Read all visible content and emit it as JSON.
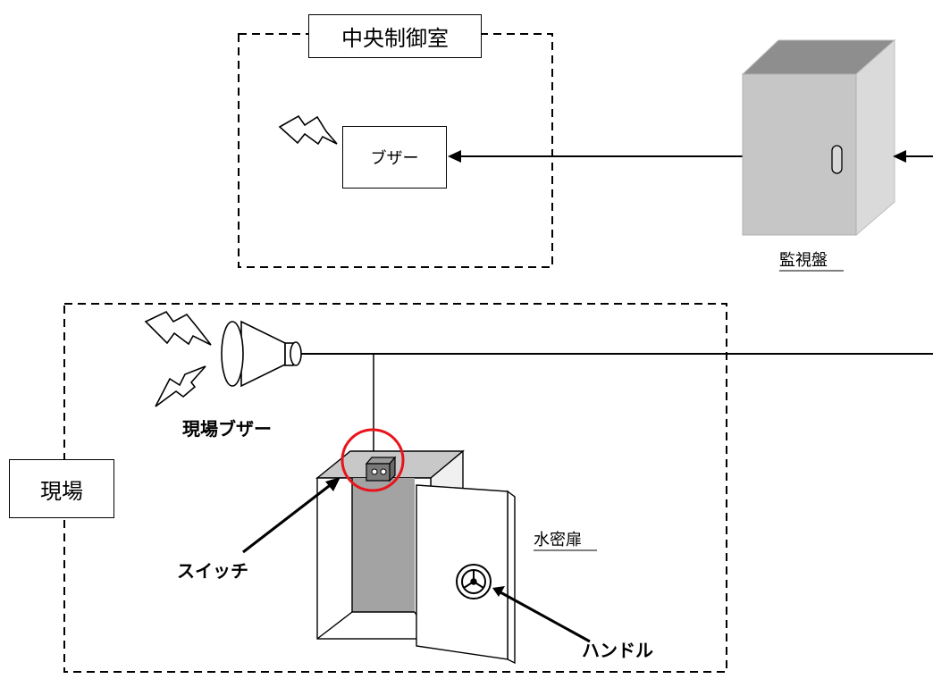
{
  "labels": {
    "control_room": "中央制御室",
    "buzzer": "ブザー",
    "monitoring_panel": "監視盤",
    "site": "現場",
    "site_buzzer": "現場ブザー",
    "switch": "スイッチ",
    "watertight_door": "水密扉",
    "handle": "ハンドル"
  },
  "colors": {
    "line": "#000000",
    "highlight_circle": "#e8141b",
    "cabinet_front": "#c6c6c6",
    "cabinet_side": "#dadada",
    "cabinet_top": "#8e8e8e",
    "door_interior": "#a3a3a3",
    "switch_body": "#7a7a7a"
  }
}
